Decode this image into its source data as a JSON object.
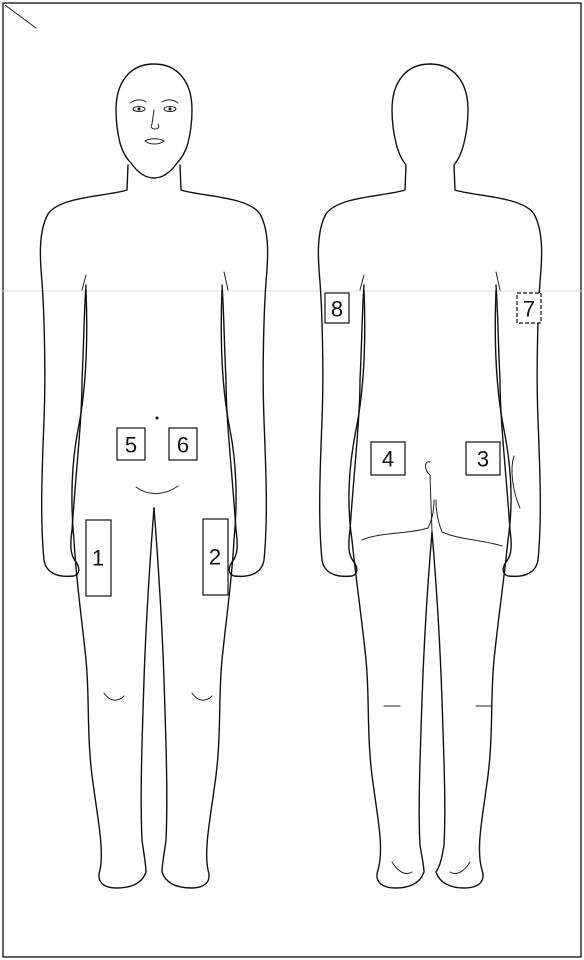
{
  "sites": {
    "s1": "1",
    "s2": "2",
    "s3": "3",
    "s4": "4",
    "s5": "5",
    "s6": "6",
    "s7": "7",
    "s8": "8"
  },
  "figures": {
    "front": "front-view-figure",
    "back": "back-view-figure"
  },
  "colors": {
    "line": "#111111",
    "background": "#ffffff"
  }
}
